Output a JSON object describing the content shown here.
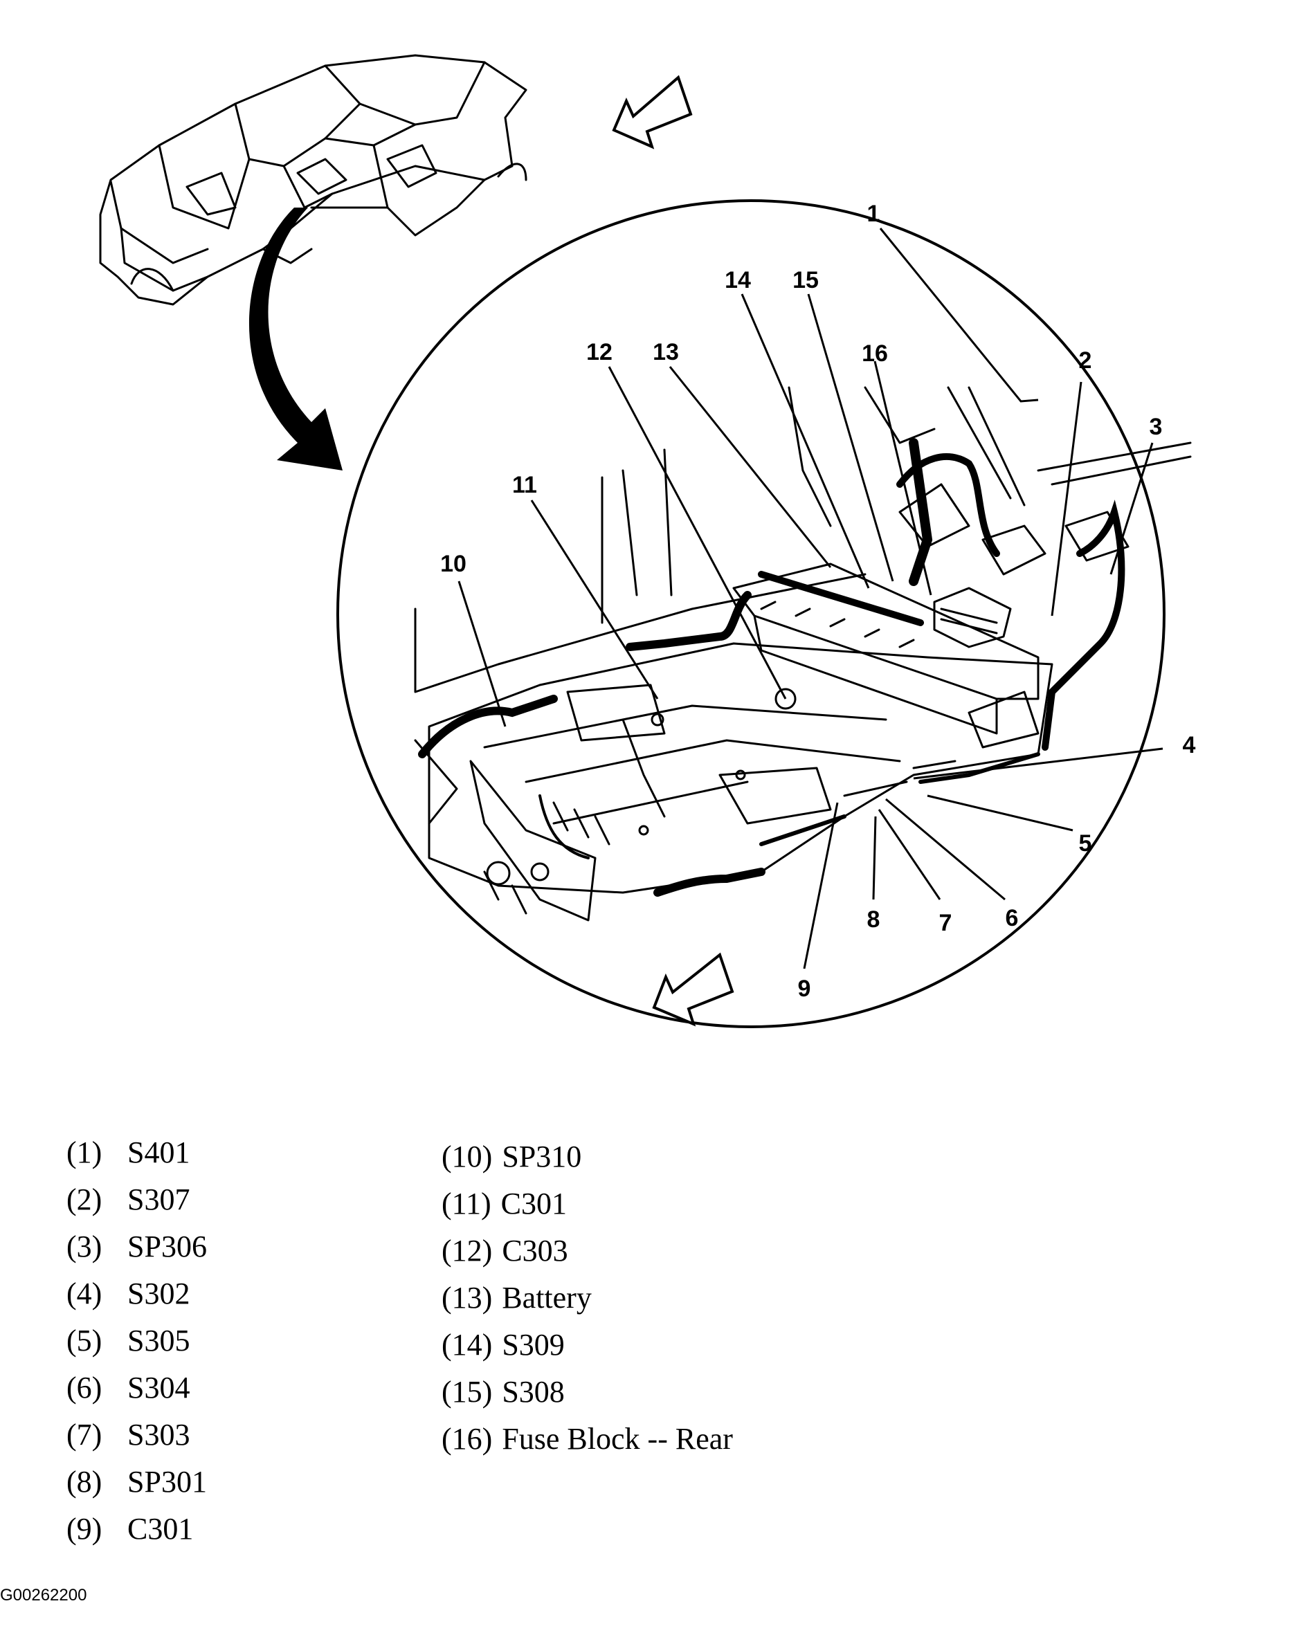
{
  "callouts": [
    "1",
    "2",
    "3",
    "4",
    "5",
    "6",
    "7",
    "8",
    "9",
    "10",
    "11",
    "12",
    "13",
    "14",
    "15",
    "16"
  ],
  "legend_left": [
    {
      "num": "(1)",
      "label": "S401"
    },
    {
      "num": "(2)",
      "label": "S307"
    },
    {
      "num": "(3)",
      "label": "SP306"
    },
    {
      "num": "(4)",
      "label": "S302"
    },
    {
      "num": "(5)",
      "label": "S305"
    },
    {
      "num": "(6)",
      "label": "S304"
    },
    {
      "num": "(7)",
      "label": "S303"
    },
    {
      "num": "(8)",
      "label": "SP301"
    },
    {
      "num": "(9)",
      "label": "C301"
    }
  ],
  "legend_right": [
    {
      "num": "(10)",
      "label": "SP310"
    },
    {
      "num": "(11)",
      "label": "C301"
    },
    {
      "num": "(12)",
      "label": "C303"
    },
    {
      "num": "(13)",
      "label": "Battery"
    },
    {
      "num": "(14)",
      "label": "S309"
    },
    {
      "num": "(15)",
      "label": "S308"
    },
    {
      "num": "(16)",
      "label": "Fuse Block -- Rear"
    }
  ],
  "figure_id": "G00262200"
}
